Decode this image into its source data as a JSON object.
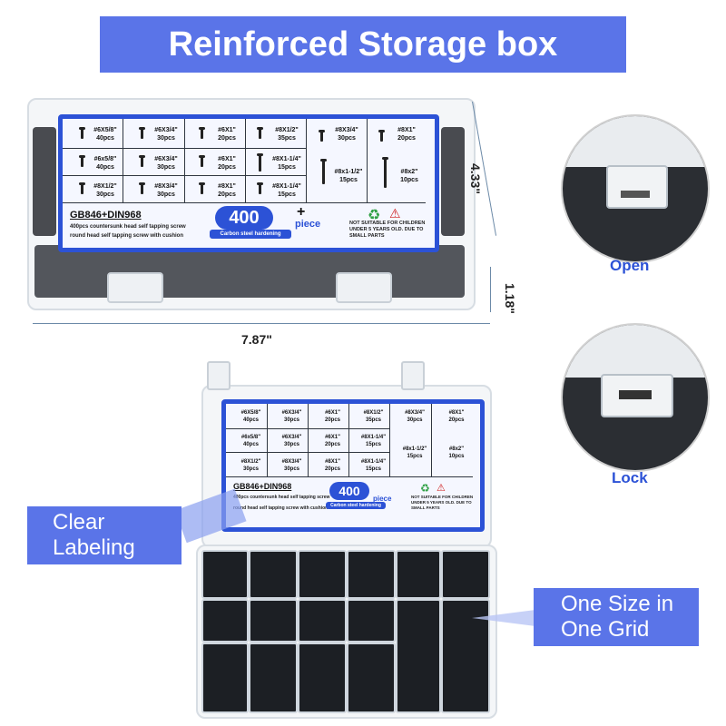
{
  "banner": {
    "title": "Reinforced Storage box"
  },
  "dimensions": {
    "height": "4.33\"",
    "depth": "1.18\"",
    "width": "7.87\""
  },
  "label": {
    "cells": [
      {
        "size": "#6X5/8\"",
        "qty": "40pcs"
      },
      {
        "size": "#6X3/4\"",
        "qty": "30pcs"
      },
      {
        "size": "#6X1\"",
        "qty": "20pcs"
      },
      {
        "size": "#8X1/2\"",
        "qty": "35pcs"
      },
      {
        "size": "#8X3/4\"",
        "qty": "30pcs"
      },
      {
        "size": "#8X1\"",
        "qty": "20pcs"
      },
      {
        "size": "#6x5/8\"",
        "qty": "40pcs"
      },
      {
        "size": "#6X3/4\"",
        "qty": "30pcs"
      },
      {
        "size": "#6X1\"",
        "qty": "20pcs"
      },
      {
        "size": "#8X1-1/4\"",
        "qty": "15pcs"
      },
      {
        "size": "#8x1-1/2\"",
        "qty": "15pcs"
      },
      {
        "size": "#8x2\"",
        "qty": "10pcs"
      },
      {
        "size": "#8X1/2\"",
        "qty": "30pcs"
      },
      {
        "size": "#8X3/4\"",
        "qty": "30pcs"
      },
      {
        "size": "#8X1\"",
        "qty": "20pcs"
      },
      {
        "size": "#8X1-1/4\"",
        "qty": "15pcs"
      }
    ],
    "code": "GB846+DIN968",
    "desc1": "400pcs countersunk head self tapping screw",
    "desc2": "round head self tapping screw with cushion",
    "count": "400",
    "piece": "piece",
    "carbon": "Carbon steel hardening",
    "warning": "NOT SUITABLE FOR CHILDREN UNDER 5 YEARS OLD. DUE TO SMALL PARTS"
  },
  "insets": {
    "open": "Open",
    "lock": "Lock"
  },
  "callouts": {
    "clear": [
      "Clear",
      "Labeling"
    ],
    "grid": [
      "One Size in",
      "One Grid"
    ]
  }
}
